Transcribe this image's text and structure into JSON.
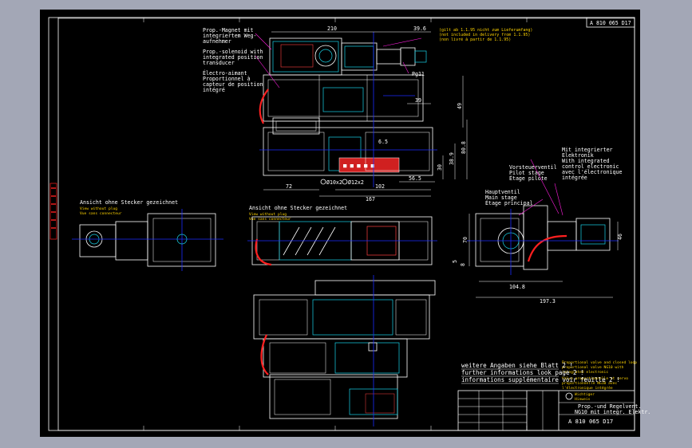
{
  "title_block": {
    "drawing_number": "A 810 065 D17",
    "drawing_number_small": "A 810 065 D17",
    "desc_line1": "Prop.-und Regelvent.",
    "desc_line2": "NG10 mit integr. Elektr.",
    "stamp_line1": "Wichtiger",
    "stamp_line2": "Hinweis",
    "yellow_notes": [
      "Proportional valve and closed loop",
      "proportional valve NG10 with",
      "integrated electronic",
      "Valve proportionnelle et servo",
      "proportionnelle NG10 avec",
      "l'électronique intégrée"
    ]
  },
  "labels": {
    "prop_magnet_de": "Prop.-Magnet mit",
    "prop_magnet_de2": "integriertem Weg-",
    "prop_magnet_de3": "aufnehmer",
    "prop_solenoid_en": "Prop.-solenoid with",
    "prop_solenoid_en2": "integrated position",
    "prop_solenoid_en3": "transducer",
    "prop_fr": "Électro-aimant",
    "prop_fr2": "Proportionnel à",
    "prop_fr3": "capteur de position",
    "prop_fr4": "intégré",
    "cyan_note1": "(gilt ab 1.1.95 nicht zum Lieferumfang)",
    "cyan_note2": "(not included in delivery from 1.1.95)",
    "cyan_note3": "(non livré à partir de 1.1.95)",
    "pg11": "Pg11",
    "view_no_plug_de": "Ansicht ohne Stecker gezeichnet",
    "view_no_plug_en": "View without plug",
    "view_no_plug_fr": "Vue sans connecteur",
    "view_no_plug_de2": "Ansicht ohne Stecker gezeichnet",
    "view_no_plug_en2": "View without plug",
    "view_no_plug_fr2": "Vue sans connecteur",
    "integr_elec1": "Mit integrierter",
    "integr_elec2": "Elektronik",
    "integr_elec3": "With integrated",
    "integr_elec4": "control electronic",
    "integr_elec5": "avec l'électronique",
    "integr_elec6": "intégrée",
    "pilot1": "Vorsteuerventil",
    "pilot2": "Pilot stage",
    "pilot3": "Étage pilote",
    "main1": "Hauptventil",
    "main2": "Main stage",
    "main3": "Étage principal",
    "further1": "weitere Angaben siehe Blatt 2 !",
    "further2": "further informations look page 2 !",
    "further3": "informations supplémentaire voir feuille 2 !",
    "port1": "Ø10x2",
    "port2": "Ø12x2"
  },
  "dimensions": {
    "d210": "210",
    "d39_6": "39.6",
    "d49": "49",
    "d39": "39",
    "d6_5": "6.5",
    "d80_8": "80.8",
    "d38_9": "38.9",
    "d30": "30",
    "d56_5": "56.5",
    "d102": "102",
    "d167": "167",
    "d72": "72",
    "d70": "70",
    "d46": "46",
    "d5": "5",
    "d8": "8",
    "d104_8": "104.8",
    "d197_3": "197.3"
  }
}
